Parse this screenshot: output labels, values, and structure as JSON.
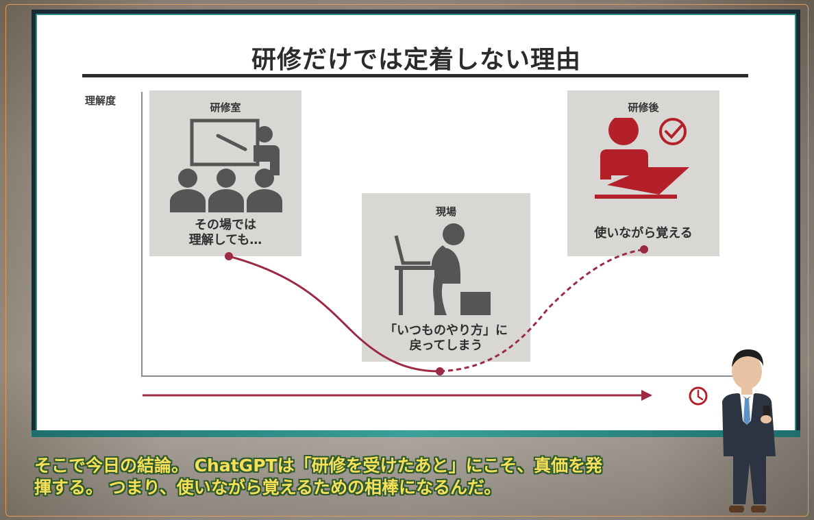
{
  "slide": {
    "title": "研修だけでは定着しない理由",
    "y_axis_label": "理解度",
    "cards": [
      {
        "title": "研修室",
        "caption": "その場では\n理解しても…",
        "icon": "classroom-icon"
      },
      {
        "title": "現場",
        "caption": "「いつものやり方」に\n戻ってしまう",
        "icon": "frustrated-worker-icon"
      },
      {
        "title": "研修後",
        "caption": "使いながら覚える",
        "icon": "laptop-user-check-icon"
      }
    ],
    "time_icon": "clock-icon"
  },
  "subtitle": {
    "line1": "そこで今日の結論。 ChatGPTは「研修を受けたあと」にこそ、真価を発",
    "line2": "揮する。 つまり、使いながら覚えるための相棒になるんだ。"
  },
  "colors": {
    "accent_red": "#b3202a",
    "curve": "#9c2a45",
    "card_bg": "#d9d7d4",
    "icon_gray": "#555555",
    "subtitle_text": "#f6e05a",
    "subtitle_outline": "#2d5a2d",
    "frame_teal": "#2a8c84",
    "frame_dark": "#1a2b33"
  }
}
